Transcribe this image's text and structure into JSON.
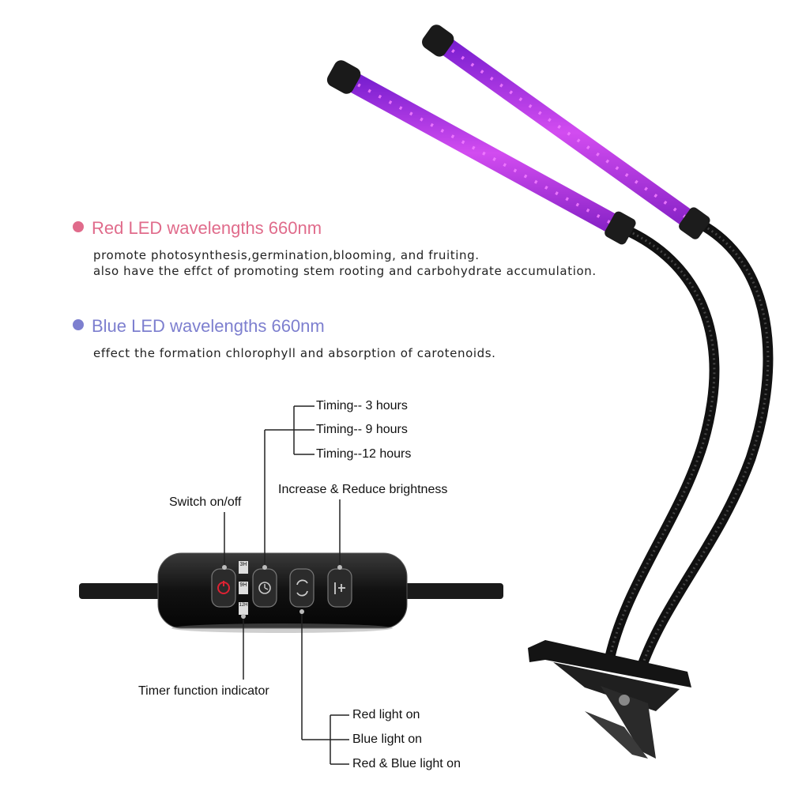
{
  "colors": {
    "red_heading": "#e06b8b",
    "blue_heading": "#7d7fcf",
    "led_glow": "#b040d8"
  },
  "red_section": {
    "title": "Red LED wavelengths 660nm",
    "line1": "promote photosynthesis,germination,blooming, and fruiting.",
    "line2": "also have the effct of promoting stem rooting and carbohydrate accumulation."
  },
  "blue_section": {
    "title": "Blue LED wavelengths 660nm",
    "line1": "effect the formation chlorophyll and absorption of carotenoids."
  },
  "controller": {
    "timing_3": "Timing-- 3 hours",
    "timing_9": "Timing-- 9 hours",
    "timing_12": "Timing--12 hours",
    "switch_label": "Switch on/off",
    "brightness_label": "Increase & Reduce brightness",
    "timer_indicator_label": "Timer function indicator",
    "red_on": "Red light on",
    "blue_on": "Blue light on",
    "red_blue_on": "Red & Blue light on",
    "indicator_3h": "3H",
    "indicator_9h": "9H",
    "indicator_12h": "12H"
  }
}
